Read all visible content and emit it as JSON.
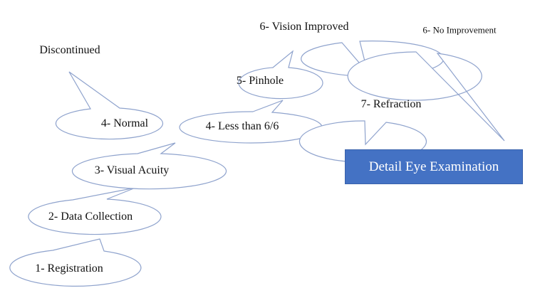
{
  "diagram": {
    "nodes": {
      "registration": "1- Registration",
      "data_collection": "2- Data Collection",
      "visual_acuity": "3- Visual Acuity",
      "normal": "4- Normal",
      "less_than": "4- Less than 6/6",
      "discontinued": "Discontinued",
      "pinhole": "5- Pinhole",
      "vision_improved": "6- Vision Improved",
      "no_improvement": "6- No Improvement",
      "refraction": "7- Refraction"
    },
    "detail_box": "Detail Eye Examination",
    "colors": {
      "bubble_stroke": "#8fa3cd",
      "box_fill": "#4472c4",
      "box_text": "#ffffff",
      "text": "#111111"
    }
  }
}
